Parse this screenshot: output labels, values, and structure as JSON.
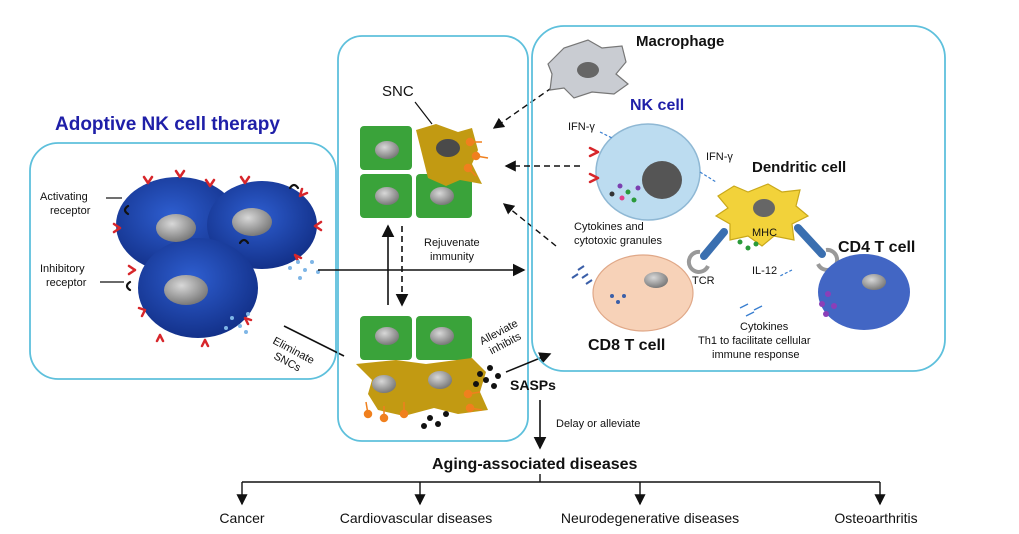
{
  "title": "Adoptive NK cell therapy",
  "left_panel": {
    "activating_receptor": [
      "Activating",
      "receptor"
    ],
    "inhibitory_receptor": [
      "Inhibitory",
      "receptor"
    ],
    "eliminate": [
      "Eliminate",
      "SNCs"
    ]
  },
  "middle_panel": {
    "snc_label": "SNC",
    "rejuvenate": [
      "Rejuvenate",
      "immunity"
    ],
    "alleviate": [
      "Alleviate",
      "inhibits"
    ],
    "sasps": "SASPs",
    "delay": "Delay or alleviate"
  },
  "right_panel": {
    "macrophage": "Macrophage",
    "nk_cell": "NK cell",
    "ifn_left": "IFN-γ",
    "ifn_right": "IFN-γ",
    "dendritic_cell": "Dendritic cell",
    "cytokines_granules": [
      "Cytokines and",
      "cytotoxic granules"
    ],
    "mhc": "MHC",
    "cd4": "CD4 T cell",
    "il12": "IL-12",
    "tcr": "TCR",
    "cytokines": "Cytokines",
    "th1": [
      "Th1 to facilitate cellular",
      "immune response"
    ],
    "cd8": "CD8 T cell"
  },
  "aging": {
    "heading": "Aging-associated diseases",
    "diseases": [
      "Cancer",
      "Cardiovascular diseases",
      "Neurodegenerative diseases",
      "Osteoarthritis"
    ]
  },
  "colors": {
    "panel_border": "#5ec0dc",
    "title_blue": "#1f1fa8",
    "nk_dark": "#1a3fa3",
    "receptor_red": "#d7262b",
    "cell_green": "#3aa33a",
    "snc_gold": "#c29a12",
    "orange": "#f0801e",
    "nk_light": "#bcdcf0",
    "dendritic_yellow": "#f2d23a",
    "cd8_peach": "#f7d2b8",
    "cd4_blue": "#4266c4",
    "macrophage_gray": "#c9ccd2"
  }
}
